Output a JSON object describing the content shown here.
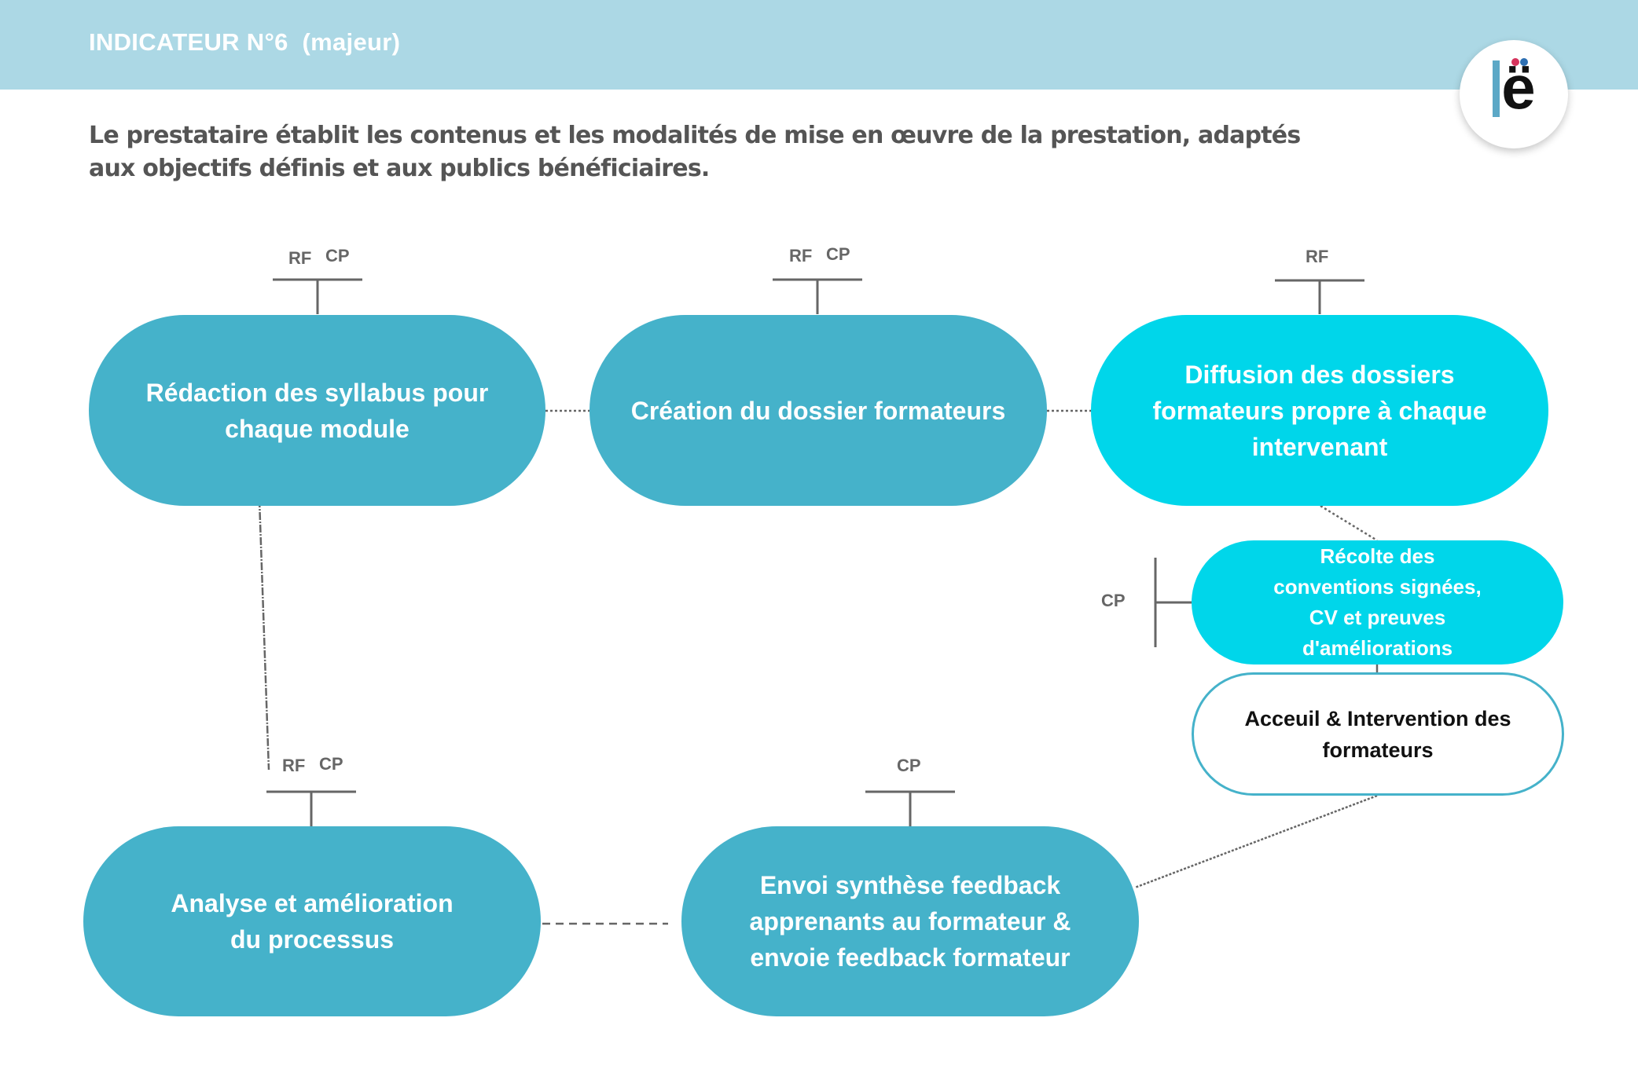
{
  "header": {
    "title": "INDICATEUR N°6  (majeur)"
  },
  "logo": {
    "glyph": "ë",
    "colors": {
      "bar": "#5ca8c6",
      "dot_red": "#d6335c",
      "dot_blue": "#2d6fb2"
    }
  },
  "intro": {
    "text": "Le prestataire établit les contenus et les modalités de mise en œuvre de la prestation, adaptés aux objectifs définis et aux publics bénéficiaires."
  },
  "colors": {
    "header_band": "#acd8e5",
    "step_teal": "#45b2ca",
    "step_cyan": "#00d6ea",
    "outline_border": "#45b2ca",
    "connector": "#666666"
  },
  "steps": {
    "redaction": {
      "label": "Rédaction des syllabus pour chaque module",
      "roles": [
        "RF",
        "CP"
      ]
    },
    "creation": {
      "label": "Création du dossier formateurs",
      "roles": [
        "RF",
        "CP"
      ]
    },
    "diffusion": {
      "label": "Diffusion des dossiers formateurs propre à chaque intervenant",
      "roles": [
        "RF"
      ]
    },
    "recolte": {
      "label": "Récolte des conventions signées, CV et preuves d'améliorations",
      "roles": [
        "CP"
      ]
    },
    "accueil": {
      "label": "Acceuil & Intervention des formateurs",
      "roles": []
    },
    "envoi": {
      "label": "Envoi synthèse feedback apprenants au formateur & envoie feedback formateur",
      "roles": [
        "CP"
      ]
    },
    "analyse": {
      "label": "Analyse et amélioration du processus",
      "roles": [
        "RF",
        "CP"
      ]
    }
  }
}
